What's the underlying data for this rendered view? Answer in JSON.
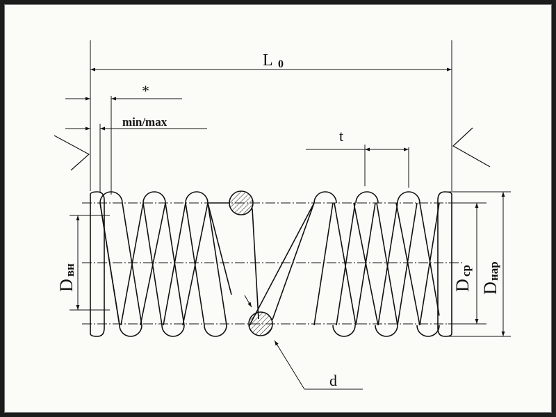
{
  "labels": {
    "free_length": "L",
    "free_length_sub": "0",
    "star": "*",
    "min_max": "min/max",
    "pitch": "t",
    "wire_diameter": "d",
    "inner_diameter": "D",
    "inner_diameter_sub": "вн",
    "mean_diameter": "D",
    "mean_diameter_sub": "ср",
    "outer_diameter": "D",
    "outer_diameter_sub": "нар"
  },
  "colors": {
    "ink": "#111111",
    "paper": "#fbfbf8",
    "frame": "#1c1c1c"
  }
}
